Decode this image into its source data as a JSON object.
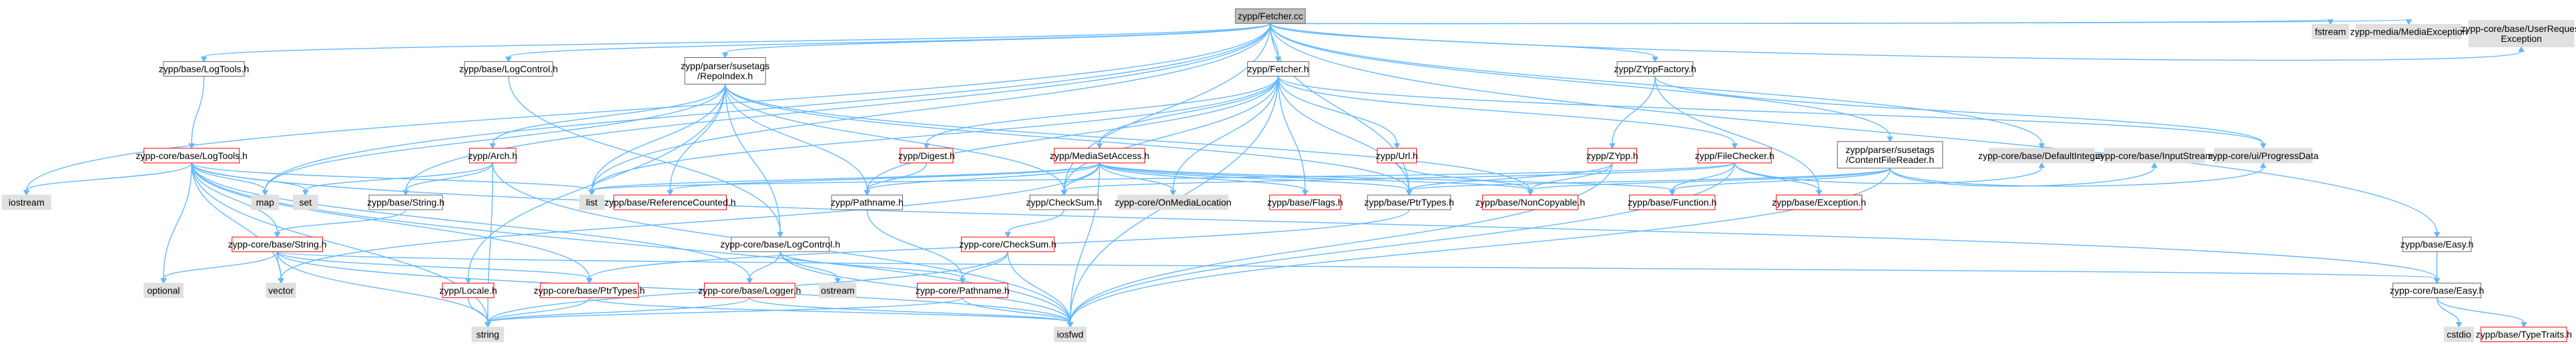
{
  "graph": {
    "title": "zypp/Fetcher.cc",
    "colors": {
      "edge": "#63b8ff",
      "root_fill": "#bfbfbf",
      "system_fill": "#e0e0e0",
      "missing_border": "#ff0000",
      "normal_border": "#666666",
      "missing_text": "#000000"
    },
    "nodes": [
      {
        "id": "root",
        "label": "zypp/Fetcher.cc",
        "style": "root"
      },
      {
        "id": "base_logtools",
        "label": "zypp/base/LogTools.h",
        "style": "normal"
      },
      {
        "id": "base_logcontrol",
        "label": "zypp/base/LogControl.h",
        "style": "normal"
      },
      {
        "id": "repoindex",
        "label": "zypp/parser/susetags\n/RepoIndex.h",
        "style": "normal"
      },
      {
        "id": "fetcher_h",
        "label": "zypp/Fetcher.h",
        "style": "normal"
      },
      {
        "id": "zyppfactory",
        "label": "zypp/ZYppFactory.h",
        "style": "normal"
      },
      {
        "id": "fstream",
        "label": "fstream",
        "style": "system"
      },
      {
        "id": "mediaexception",
        "label": "zypp-media/MediaException",
        "style": "system"
      },
      {
        "id": "userrequestexception",
        "label": "zypp-core/base/UserRequest\nException",
        "style": "system"
      },
      {
        "id": "core_logtools",
        "label": "zypp-core/base/LogTools.h",
        "style": "missing"
      },
      {
        "id": "arch",
        "label": "zypp/Arch.h",
        "style": "missing"
      },
      {
        "id": "digest",
        "label": "zypp/Digest.h",
        "style": "missing"
      },
      {
        "id": "mediasetaccess",
        "label": "zypp/MediaSetAccess.h",
        "style": "missing"
      },
      {
        "id": "url",
        "label": "zypp/Url.h",
        "style": "missing"
      },
      {
        "id": "zypp_h",
        "label": "zypp/ZYpp.h",
        "style": "missing"
      },
      {
        "id": "filechecker",
        "label": "zypp/FileChecker.h",
        "style": "missing"
      },
      {
        "id": "contentfilereader",
        "label": "zypp/parser/susetags\n/ContentFileReader.h",
        "style": "normal"
      },
      {
        "id": "base_easy",
        "label": "zypp/base/Easy.h",
        "style": "normal"
      },
      {
        "id": "iostream",
        "label": "iostream",
        "style": "system"
      },
      {
        "id": "map",
        "label": "map",
        "style": "system"
      },
      {
        "id": "set",
        "label": "set",
        "style": "system"
      },
      {
        "id": "list",
        "label": "list",
        "style": "system"
      },
      {
        "id": "base_string",
        "label": "zypp/base/String.h",
        "style": "normal"
      },
      {
        "id": "referencecounted",
        "label": "zypp/base/ReferenceCounted.h",
        "style": "missing"
      },
      {
        "id": "pathname",
        "label": "zypp/Pathname.h",
        "style": "normal"
      },
      {
        "id": "checksum",
        "label": "zypp/CheckSum.h",
        "style": "normal"
      },
      {
        "id": "ondemedialocation",
        "label": "zypp-core/OnMediaLocation",
        "style": "system"
      },
      {
        "id": "flags",
        "label": "zypp/base/Flags.h",
        "style": "missing"
      },
      {
        "id": "ptrtypes_h",
        "label": "zypp/base/PtrTypes.h",
        "style": "normal"
      },
      {
        "id": "noncopyable",
        "label": "zypp/base/NonCopyable.h",
        "style": "missing"
      },
      {
        "id": "function",
        "label": "zypp/base/Function.h",
        "style": "missing"
      },
      {
        "id": "exception",
        "label": "zypp/base/Exception.h",
        "style": "missing"
      },
      {
        "id": "defaultintegral",
        "label": "zypp-core/base/DefaultIntegral",
        "style": "system"
      },
      {
        "id": "inputstream",
        "label": "zypp-core/base/InputStream",
        "style": "system"
      },
      {
        "id": "progressdata",
        "label": "zypp-core/ui/ProgressData",
        "style": "system"
      },
      {
        "id": "core_string",
        "label": "zypp-core/base/String.h",
        "style": "missing"
      },
      {
        "id": "core_logcontrol",
        "label": "zypp-core/base/LogControl.h",
        "style": "normal"
      },
      {
        "id": "core_checksum",
        "label": "zypp-core/CheckSum.h",
        "style": "missing"
      },
      {
        "id": "optional",
        "label": "optional",
        "style": "system"
      },
      {
        "id": "vector",
        "label": "vector",
        "style": "system"
      },
      {
        "id": "locale",
        "label": "zypp/Locale.h",
        "style": "missing"
      },
      {
        "id": "core_ptrtypes",
        "label": "zypp-core/base/PtrTypes.h",
        "style": "missing"
      },
      {
        "id": "core_logger",
        "label": "zypp-core/base/Logger.h",
        "style": "missing"
      },
      {
        "id": "ostream",
        "label": "ostream",
        "style": "system"
      },
      {
        "id": "core_pathname",
        "label": "zypp-core/Pathname.h",
        "style": "missing"
      },
      {
        "id": "core_easy",
        "label": "zypp-core/base/Easy.h",
        "style": "normal"
      },
      {
        "id": "string",
        "label": "string",
        "style": "system"
      },
      {
        "id": "iosfwd",
        "label": "iosfwd",
        "style": "system"
      },
      {
        "id": "cstdio",
        "label": "cstdio",
        "style": "system"
      },
      {
        "id": "typetraits",
        "label": "zypp/base/TypeTraits.h",
        "style": "missing"
      }
    ],
    "edges": [
      [
        "root",
        "base_logtools"
      ],
      [
        "root",
        "base_logcontrol"
      ],
      [
        "root",
        "repoindex"
      ],
      [
        "root",
        "fetcher_h"
      ],
      [
        "root",
        "zyppfactory"
      ],
      [
        "root",
        "fstream"
      ],
      [
        "root",
        "mediaexception"
      ],
      [
        "root",
        "userrequestexception"
      ],
      [
        "root",
        "contentfilereader"
      ],
      [
        "root",
        "base_easy"
      ],
      [
        "root",
        "iostream"
      ],
      [
        "root",
        "map"
      ],
      [
        "root",
        "list"
      ],
      [
        "root",
        "base_string"
      ],
      [
        "root",
        "checksum"
      ],
      [
        "root",
        "ptrtypes_h"
      ],
      [
        "root",
        "defaultintegral"
      ],
      [
        "base_logtools",
        "core_logtools"
      ],
      [
        "core_logtools",
        "iostream"
      ],
      [
        "core_logtools",
        "map"
      ],
      [
        "core_logtools",
        "set"
      ],
      [
        "core_logtools",
        "list"
      ],
      [
        "core_logtools",
        "optional"
      ],
      [
        "core_logtools",
        "vector"
      ],
      [
        "core_logtools",
        "core_string"
      ],
      [
        "core_logtools",
        "core_ptrtypes"
      ],
      [
        "core_logtools",
        "core_logger"
      ],
      [
        "core_logtools",
        "string"
      ],
      [
        "core_logtools",
        "iosfwd"
      ],
      [
        "core_logtools",
        "core_easy"
      ],
      [
        "base_logcontrol",
        "core_logcontrol"
      ],
      [
        "repoindex",
        "arch"
      ],
      [
        "repoindex",
        "map"
      ],
      [
        "repoindex",
        "list"
      ],
      [
        "repoindex",
        "referencecounted"
      ],
      [
        "repoindex",
        "pathname"
      ],
      [
        "repoindex",
        "checksum"
      ],
      [
        "repoindex",
        "noncopyable"
      ],
      [
        "repoindex",
        "ptrtypes_h"
      ],
      [
        "repoindex",
        "locale"
      ],
      [
        "repoindex",
        "core_logcontrol"
      ],
      [
        "arch",
        "base_string"
      ],
      [
        "arch",
        "set"
      ],
      [
        "arch",
        "iosfwd"
      ],
      [
        "arch",
        "string"
      ],
      [
        "base_string",
        "core_string"
      ],
      [
        "fetcher_h",
        "digest"
      ],
      [
        "fetcher_h",
        "mediasetaccess"
      ],
      [
        "fetcher_h",
        "url"
      ],
      [
        "fetcher_h",
        "filechecker"
      ],
      [
        "fetcher_h",
        "list"
      ],
      [
        "fetcher_h",
        "pathname"
      ],
      [
        "fetcher_h",
        "checksum"
      ],
      [
        "fetcher_h",
        "flags"
      ],
      [
        "fetcher_h",
        "ptrtypes_h"
      ],
      [
        "fetcher_h",
        "ondemedialocation"
      ],
      [
        "fetcher_h",
        "progressdata"
      ],
      [
        "fetcher_h",
        "iosfwd"
      ],
      [
        "digest",
        "pathname"
      ],
      [
        "mediasetaccess",
        "list"
      ],
      [
        "mediasetaccess",
        "referencecounted"
      ],
      [
        "mediasetaccess",
        "pathname"
      ],
      [
        "mediasetaccess",
        "checksum"
      ],
      [
        "mediasetaccess",
        "ondemedialocation"
      ],
      [
        "mediasetaccess",
        "flags"
      ],
      [
        "mediasetaccess",
        "ptrtypes_h"
      ],
      [
        "mediasetaccess",
        "noncopyable"
      ],
      [
        "mediasetaccess",
        "function"
      ],
      [
        "mediasetaccess",
        "iosfwd"
      ],
      [
        "mediasetaccess",
        "vector"
      ],
      [
        "url",
        "noncopyable"
      ],
      [
        "zyppfactory",
        "zypp_h"
      ],
      [
        "zyppfactory",
        "progressdata"
      ],
      [
        "zyppfactory",
        "exception"
      ],
      [
        "zypp_h",
        "ptrtypes_h"
      ],
      [
        "zypp_h",
        "noncopyable"
      ],
      [
        "zypp_h",
        "iosfwd"
      ],
      [
        "filechecker",
        "list"
      ],
      [
        "filechecker",
        "function"
      ],
      [
        "filechecker",
        "exception"
      ],
      [
        "filechecker",
        "checksum"
      ],
      [
        "filechecker",
        "defaultintegral"
      ],
      [
        "filechecker",
        "iosfwd"
      ],
      [
        "contentfilereader",
        "function"
      ],
      [
        "contentfilereader",
        "ptrtypes_h"
      ],
      [
        "contentfilereader",
        "noncopyable"
      ],
      [
        "contentfilereader",
        "inputstream"
      ],
      [
        "contentfilereader",
        "progressdata"
      ],
      [
        "contentfilereader",
        "iosfwd"
      ],
      [
        "pathname",
        "core_pathname"
      ],
      [
        "checksum",
        "core_checksum"
      ],
      [
        "core_checksum",
        "core_pathname"
      ],
      [
        "core_checksum",
        "string"
      ],
      [
        "core_checksum",
        "iosfwd"
      ],
      [
        "ptrtypes_h",
        "core_ptrtypes"
      ],
      [
        "core_string",
        "optional"
      ],
      [
        "core_string",
        "vector"
      ],
      [
        "core_string",
        "string"
      ],
      [
        "core_string",
        "core_easy"
      ],
      [
        "core_string",
        "iosfwd"
      ],
      [
        "core_string",
        "core_ptrtypes"
      ],
      [
        "core_logcontrol",
        "ostream"
      ],
      [
        "core_logcontrol",
        "core_pathname"
      ],
      [
        "core_logcontrol",
        "core_logger"
      ],
      [
        "core_logcontrol",
        "iosfwd"
      ],
      [
        "locale",
        "string"
      ],
      [
        "core_ptrtypes",
        "string"
      ],
      [
        "core_ptrtypes",
        "iosfwd"
      ],
      [
        "core_logger",
        "iosfwd"
      ],
      [
        "core_logger",
        "string"
      ],
      [
        "core_pathname",
        "string"
      ],
      [
        "core_pathname",
        "iosfwd"
      ],
      [
        "base_easy",
        "core_easy"
      ],
      [
        "core_easy",
        "cstdio"
      ],
      [
        "core_easy",
        "typetraits"
      ]
    ]
  }
}
